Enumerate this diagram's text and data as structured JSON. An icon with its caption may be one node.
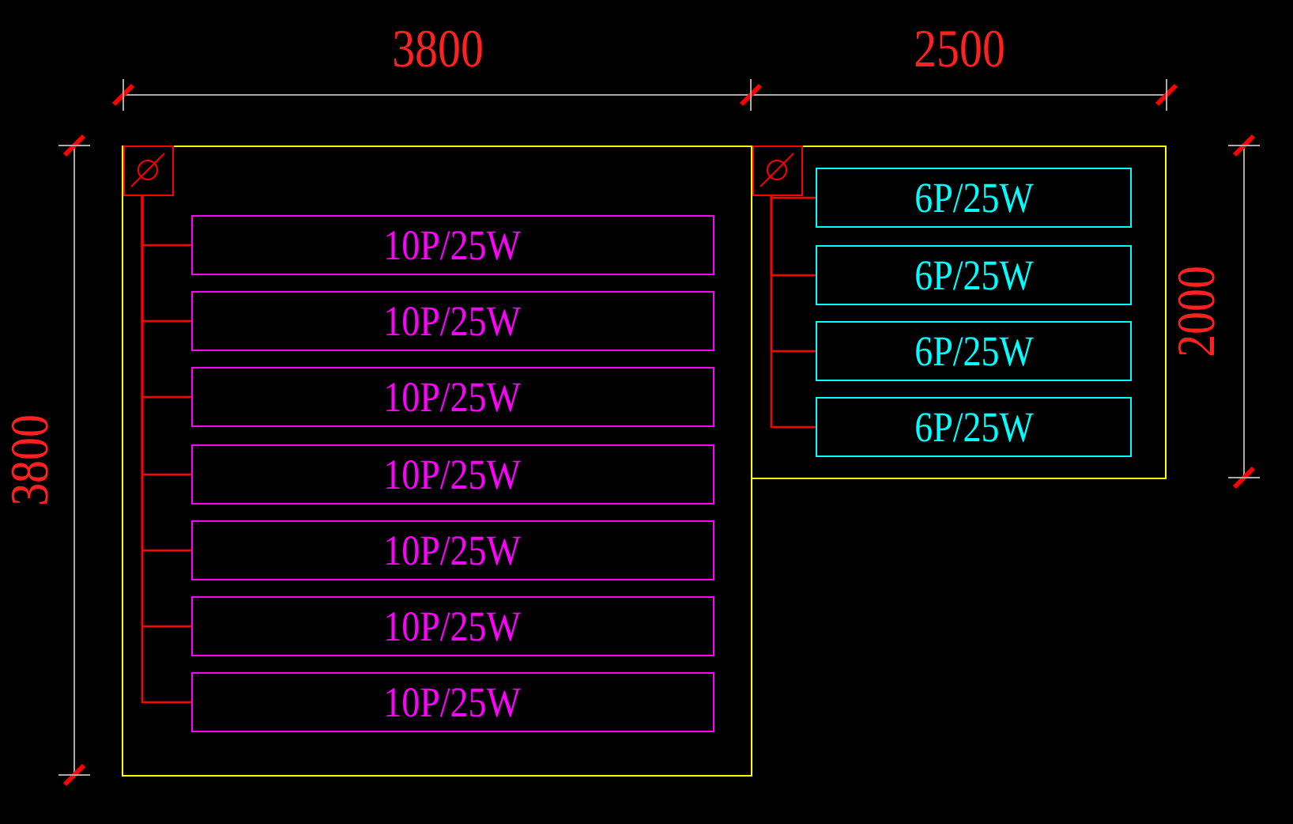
{
  "diagram": {
    "nodes": [
      {
        "text": [],
        "shape": "box"
      },
      {
        "text": [],
        "shape": "box",
        "in": 0
      },
      {
        "text": [
          "10P/25W"
        ],
        "in": 0
      },
      {
        "text": [
          "10P/25W"
        ],
        "in": 0
      },
      {
        "text": [
          "10P/25W"
        ],
        "in": 0
      },
      {
        "text": [
          "10P/25W"
        ],
        "in": 0
      },
      {
        "text": [
          "10P/25W"
        ],
        "in": 0
      },
      {
        "text": [
          "10P/25W"
        ],
        "in": 0
      },
      {
        "text": [
          "10P/25W"
        ],
        "in": 0
      },
      {
        "text": [],
        "shape": "box"
      },
      {
        "text": [],
        "shape": "box",
        "in": 9
      },
      {
        "text": [
          "6P/25W"
        ],
        "in": 9
      },
      {
        "text": [
          "6P/25W"
        ],
        "in": 9
      },
      {
        "text": [
          "6P/25W"
        ],
        "in": 9
      },
      {
        "text": [
          "6P/25W"
        ],
        "in": 9
      }
    ],
    "edges": [
      {
        "from": 1,
        "to": 2,
        "arrow": "none"
      },
      {
        "from": 1,
        "to": 3,
        "arrow": "none"
      },
      {
        "from": 1,
        "to": 4,
        "arrow": "none"
      },
      {
        "from": 1,
        "to": 5,
        "arrow": "none"
      },
      {
        "from": 1,
        "to": 6,
        "arrow": "none"
      },
      {
        "from": 1,
        "to": 7,
        "arrow": "none"
      },
      {
        "from": 1,
        "to": 8,
        "arrow": "none"
      },
      {
        "from": 10,
        "to": 11,
        "arrow": "none"
      },
      {
        "from": 10,
        "to": 12,
        "arrow": "none"
      },
      {
        "from": 10,
        "to": 13,
        "arrow": "none"
      },
      {
        "from": 10,
        "to": 14,
        "arrow": "none"
      }
    ],
    "labels": [
      "3800",
      "2500",
      "3800",
      "2000"
    ]
  }
}
